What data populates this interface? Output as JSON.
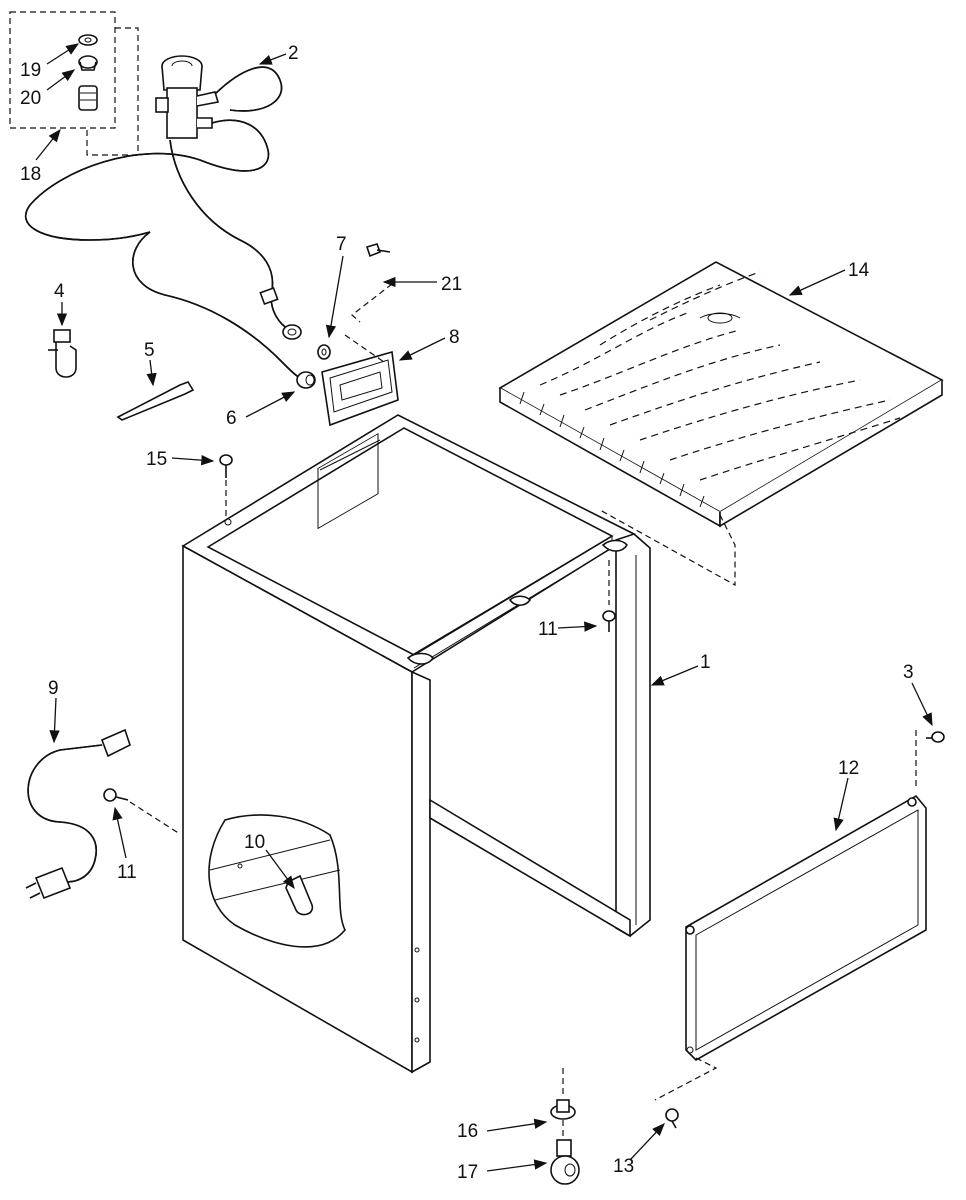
{
  "callouts": [
    {
      "id": "c1",
      "label": "1"
    },
    {
      "id": "c2",
      "label": "2"
    },
    {
      "id": "c3",
      "label": "3"
    },
    {
      "id": "c4",
      "label": "4"
    },
    {
      "id": "c5",
      "label": "5"
    },
    {
      "id": "c6",
      "label": "6"
    },
    {
      "id": "c7",
      "label": "7"
    },
    {
      "id": "c8",
      "label": "8"
    },
    {
      "id": "c9",
      "label": "9"
    },
    {
      "id": "c10",
      "label": "10"
    },
    {
      "id": "c11a",
      "label": "11"
    },
    {
      "id": "c11b",
      "label": "11"
    },
    {
      "id": "c12",
      "label": "12"
    },
    {
      "id": "c13",
      "label": "13"
    },
    {
      "id": "c14",
      "label": "14"
    },
    {
      "id": "c15",
      "label": "15"
    },
    {
      "id": "c16",
      "label": "16"
    },
    {
      "id": "c17",
      "label": "17"
    },
    {
      "id": "c18",
      "label": "18"
    },
    {
      "id": "c19",
      "label": "19"
    },
    {
      "id": "c20",
      "label": "20"
    },
    {
      "id": "c21",
      "label": "21"
    }
  ]
}
